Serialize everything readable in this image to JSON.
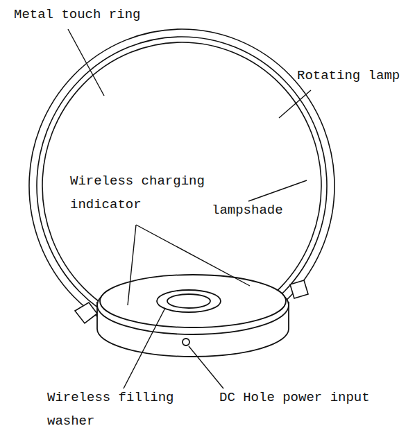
{
  "diagram": {
    "labels": [
      "Metal touch ring",
      "Rotating lamp",
      "Wireless charging indicator",
      "lampshade",
      "Wireless filling washer",
      "DC Hole power input"
    ]
  }
}
